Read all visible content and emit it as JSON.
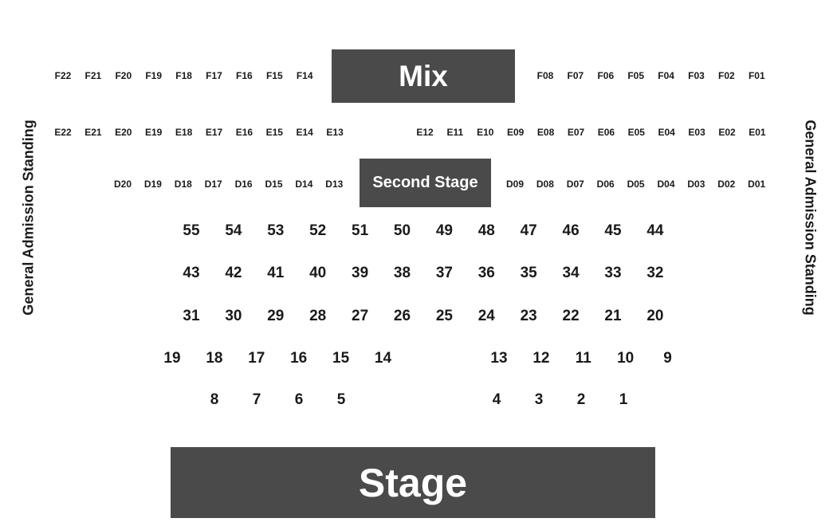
{
  "blocks": {
    "mix": "Mix",
    "second_stage": "Second Stage",
    "stage": "Stage"
  },
  "general_admission": {
    "left": "General Admission Standing",
    "right": "General Admission Standing"
  },
  "rows": {
    "F_left": [
      "F22",
      "F21",
      "F20",
      "F19",
      "F18",
      "F17",
      "F16",
      "F15",
      "F14"
    ],
    "F_right": [
      "F08",
      "F07",
      "F06",
      "F05",
      "F04",
      "F03",
      "F02",
      "F01"
    ],
    "E_left": [
      "E22",
      "E21",
      "E20",
      "E19",
      "E18",
      "E17",
      "E16",
      "E15",
      "E14",
      "E13"
    ],
    "E_right": [
      "E12",
      "E11",
      "E10",
      "E09",
      "E08",
      "E07",
      "E06",
      "E05",
      "E04",
      "E03",
      "E02",
      "E01"
    ],
    "D_left": [
      "D20",
      "D19",
      "D18",
      "D17",
      "D16",
      "D15",
      "D14",
      "D13"
    ],
    "D_right": [
      "D09",
      "D08",
      "D07",
      "D06",
      "D05",
      "D04",
      "D03",
      "D02",
      "D01"
    ],
    "row_55_44": [
      "55",
      "54",
      "53",
      "52",
      "51",
      "50",
      "49",
      "48",
      "47",
      "46",
      "45",
      "44"
    ],
    "row_43_32": [
      "43",
      "42",
      "41",
      "40",
      "39",
      "38",
      "37",
      "36",
      "35",
      "34",
      "33",
      "32"
    ],
    "row_31_20": [
      "31",
      "30",
      "29",
      "28",
      "27",
      "26",
      "25",
      "24",
      "23",
      "22",
      "21",
      "20"
    ],
    "row_19_14": [
      "19",
      "18",
      "17",
      "16",
      "15",
      "14"
    ],
    "row_13_9": [
      "13",
      "12",
      "11",
      "10",
      "9"
    ],
    "row_8_5": [
      "8",
      "7",
      "6",
      "5"
    ],
    "row_4_1": [
      "4",
      "3",
      "2",
      "1"
    ]
  }
}
